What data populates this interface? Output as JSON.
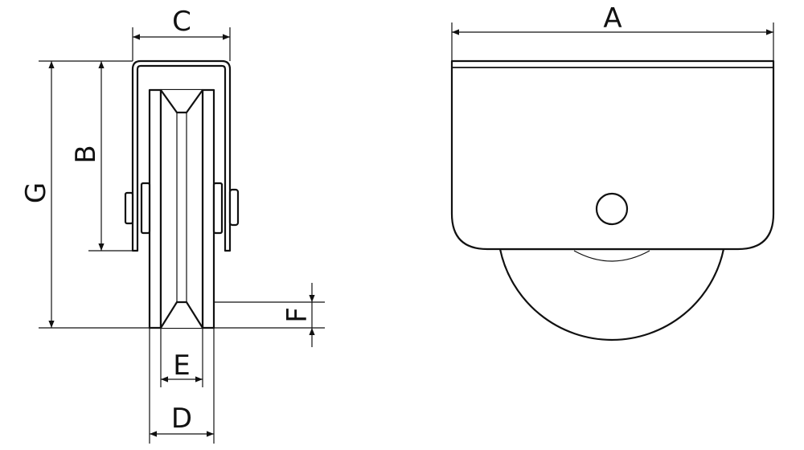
{
  "diagram": {
    "side_view": {
      "dimensions": {
        "C": "C",
        "B": "B",
        "G": "G",
        "F": "F",
        "E": "E",
        "D": "D"
      }
    },
    "front_view": {
      "dimensions": {
        "A": "A"
      }
    }
  }
}
